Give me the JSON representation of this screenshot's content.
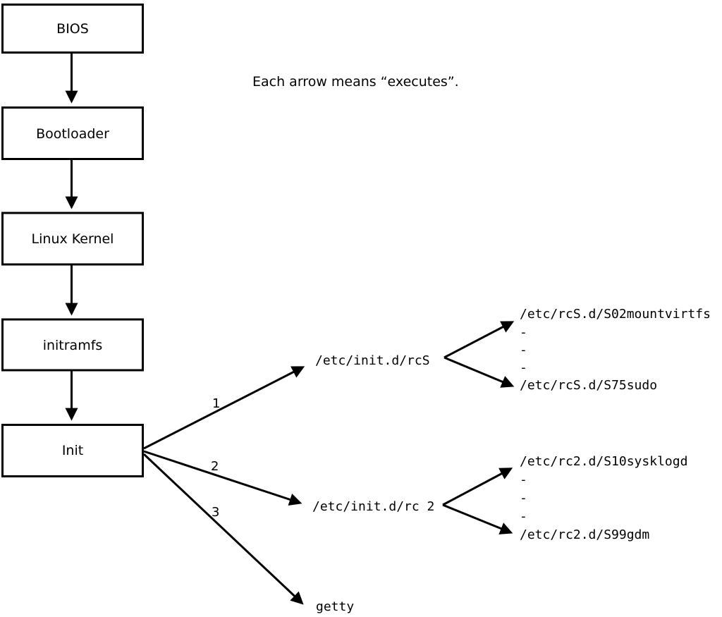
{
  "diagram": {
    "caption": "Each arrow means “executes”.",
    "boxes": [
      {
        "id": "bios",
        "label": "BIOS"
      },
      {
        "id": "bootloader",
        "label": "Bootloader"
      },
      {
        "id": "linux-kernel",
        "label": "Linux Kernel"
      },
      {
        "id": "initramfs",
        "label": "initramfs"
      },
      {
        "id": "init",
        "label": "Init"
      }
    ],
    "init_arrows": [
      {
        "label": "1",
        "target": "/etc/init.d/rcS"
      },
      {
        "label": "2",
        "target": "/etc/init.d/rc 2"
      },
      {
        "label": "3",
        "target": "getty"
      }
    ],
    "rcS_children": [
      "/etc/rcS.d/S02mountvirtfs",
      "-",
      "-",
      "-",
      "/etc/rcS.d/S75sudo"
    ],
    "rc2_children": [
      "/etc/rc2.d/S10sysklogd",
      "-",
      "-",
      "-",
      "/etc/rc2.d/S99gdm"
    ],
    "colors": {
      "foreground": "#000000",
      "background": "#ffffff"
    }
  }
}
